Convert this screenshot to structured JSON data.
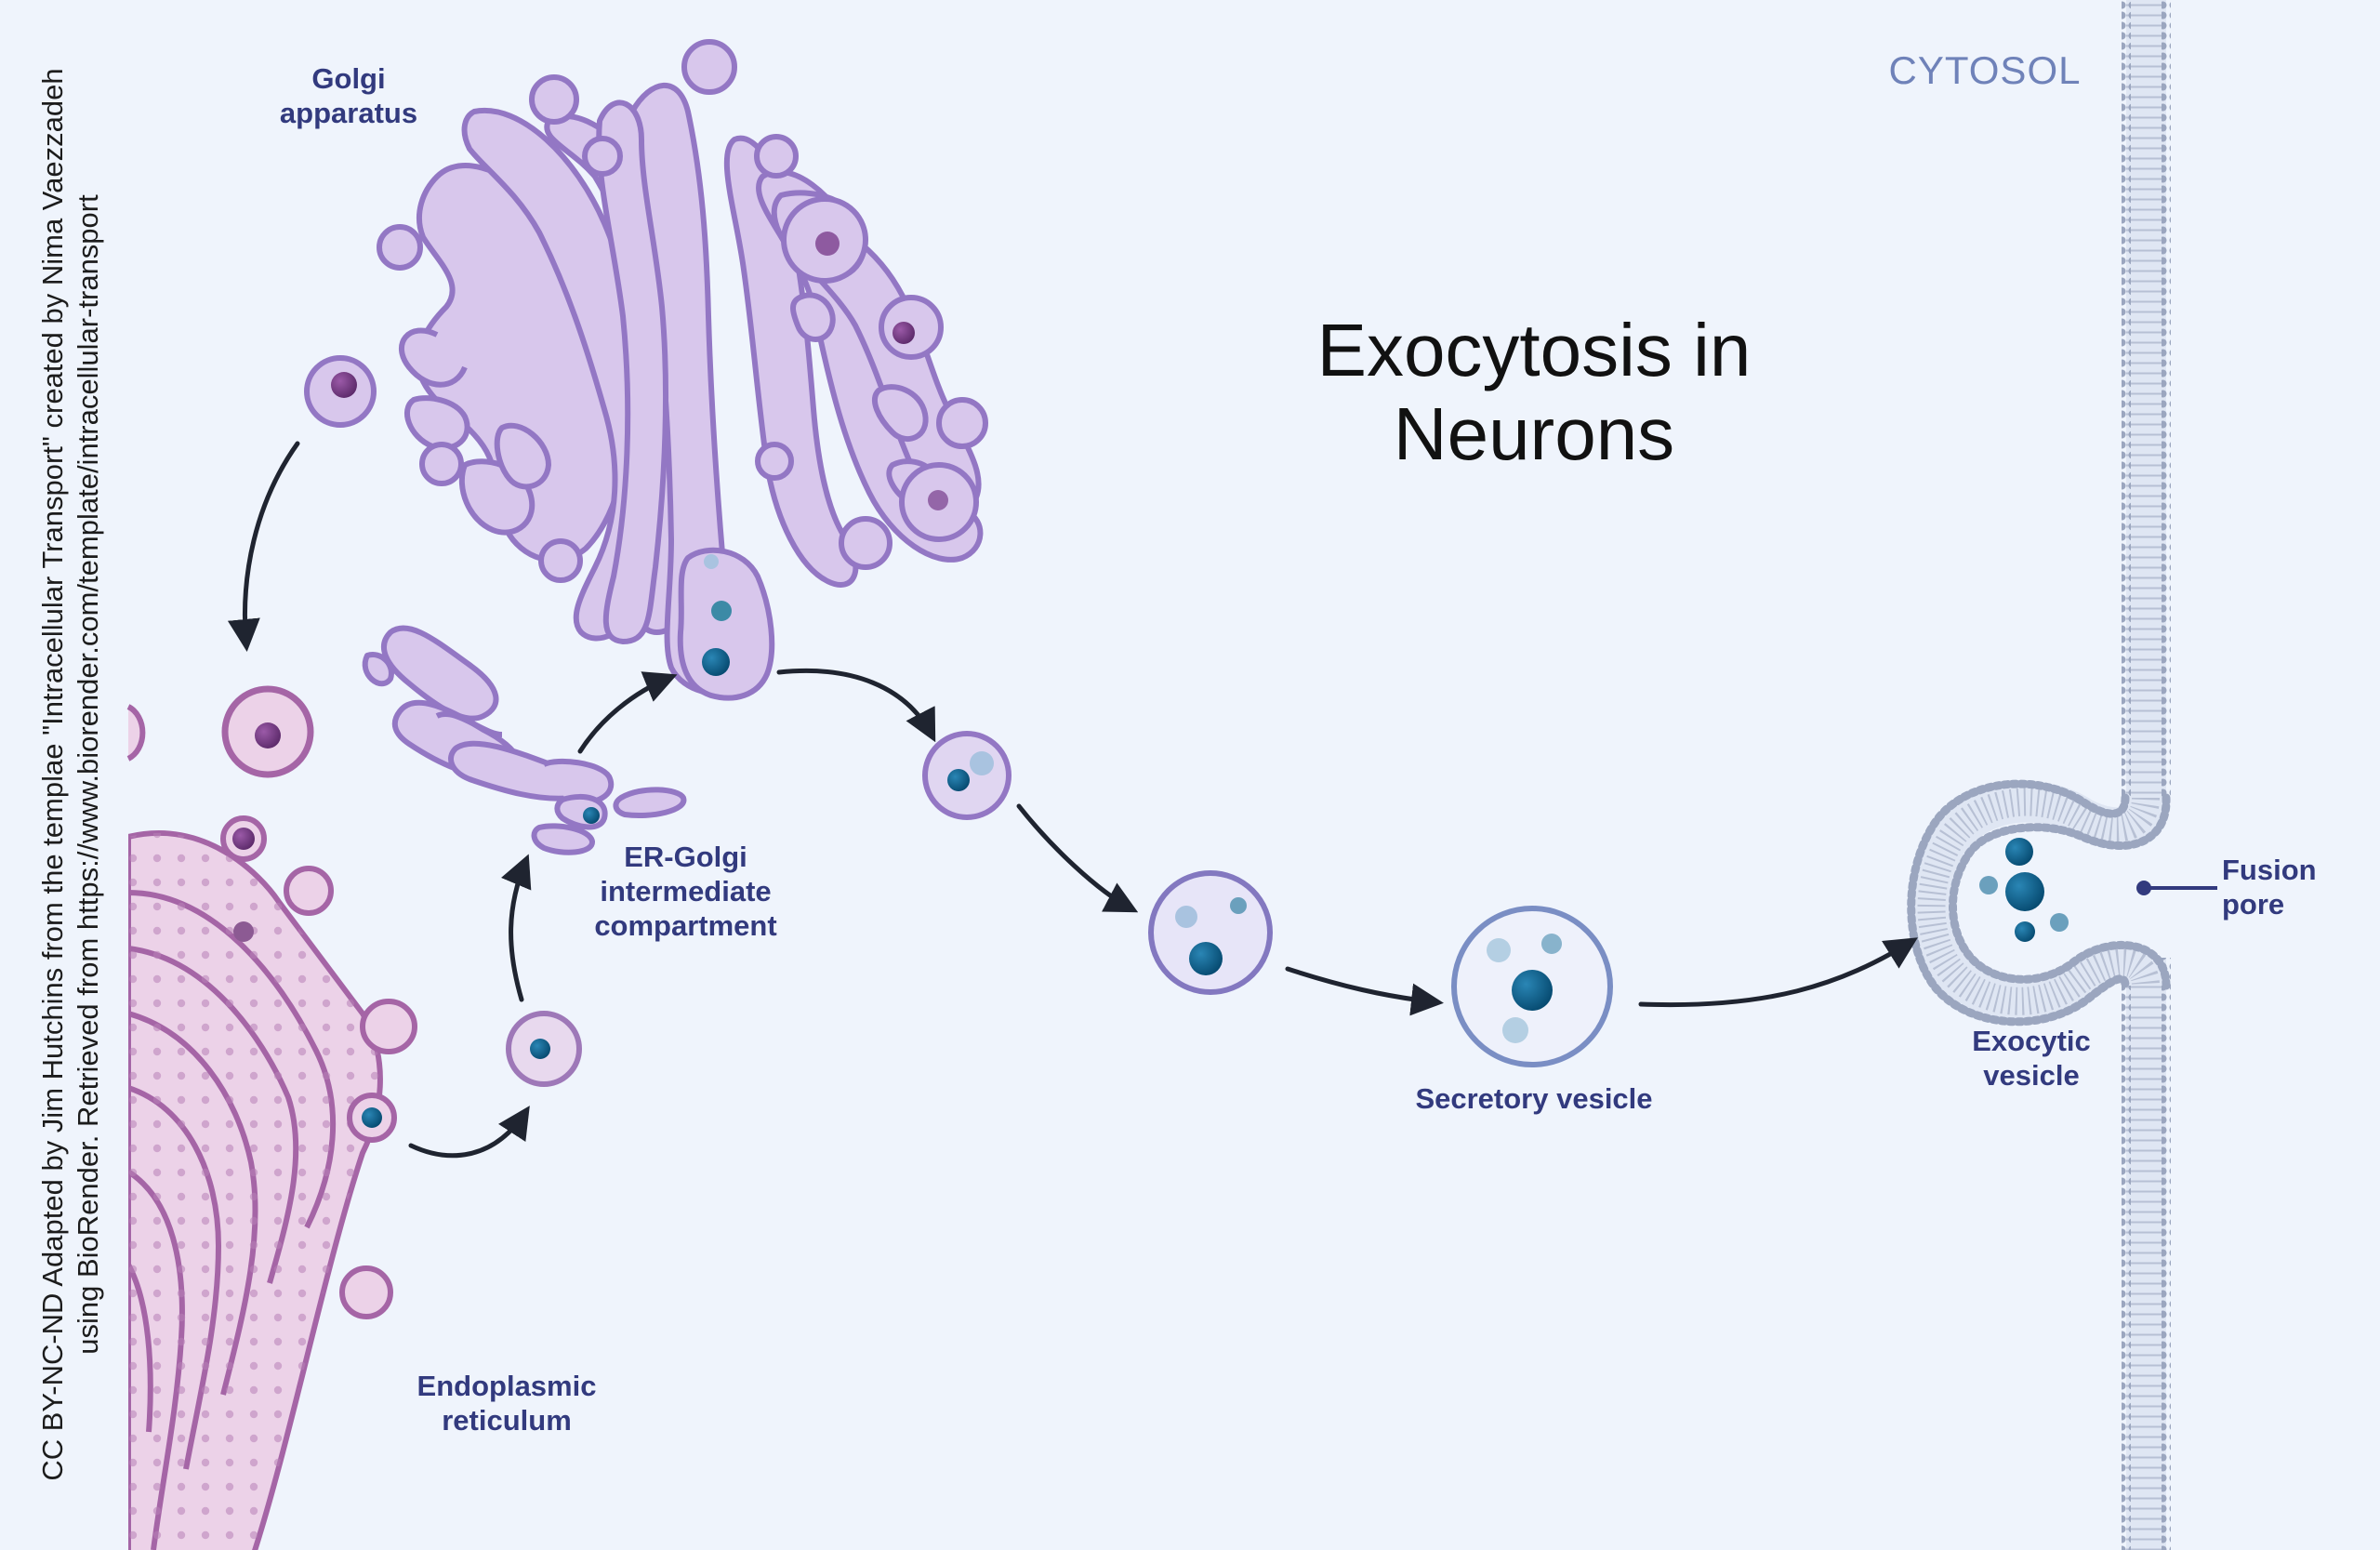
{
  "title": "Exocytosis in\nNeurons",
  "region_label": "CYTOSOL",
  "credit": {
    "line1": "CC BY-NC-ND Adapted by Jim Hutchins from the templae \"Intracellular Transport\" created by Nima Vaezzadeh",
    "line2": "using BioRender. Retrieved from https://www.biorender.com/template/intracellular-transport"
  },
  "labels": {
    "golgi": "Golgi\napparatus",
    "ergic": "ER-Golgi\nintermediate\ncompartment",
    "er": "Endoplasmic\nreticulum",
    "secretory": "Secretory vesicle",
    "exocytic": "Exocytic\nvesicle",
    "fusion": "Fusion\npore"
  },
  "colors": {
    "background": "#eff4fc",
    "er_fill": "#ecd2e8",
    "er_stroke": "#a565a6",
    "golgi_fill": "#d8c7ec",
    "golgi_stroke": "#9377c4",
    "cargo_dark": "#0b5a85",
    "cargo_light": "#a9c3e0",
    "membrane": "#9ba6bf",
    "label_text": "#323a7e",
    "arrow": "#1f2430"
  }
}
